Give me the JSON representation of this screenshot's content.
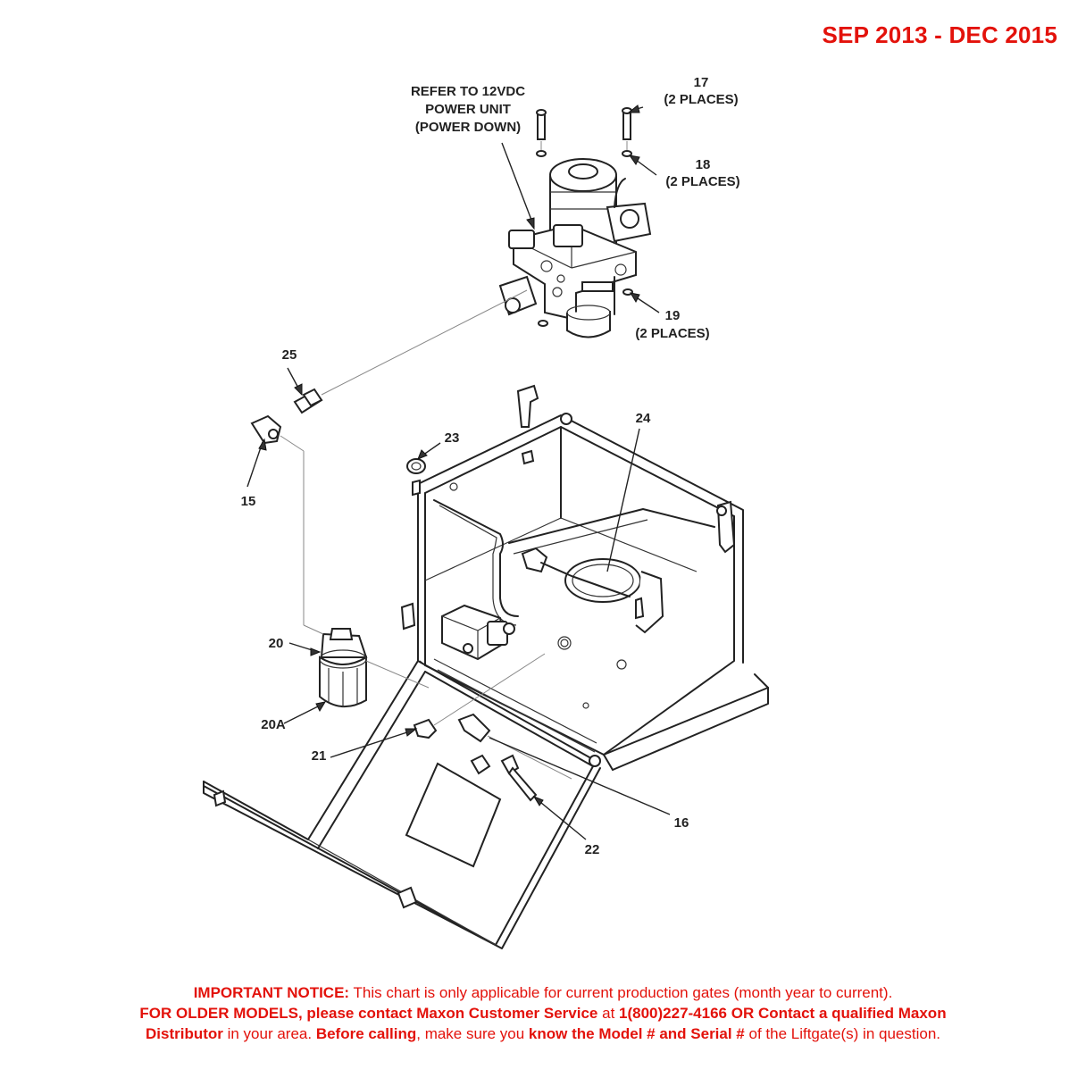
{
  "date_range": "SEP 2013 - DEC 2015",
  "callouts": {
    "refer_line1": "REFER TO 12VDC",
    "refer_line2": "POWER UNIT",
    "refer_line3": "(POWER DOWN)",
    "p17": "17",
    "p17_qty": "(2 PLACES)",
    "p18": "18",
    "p18_qty": "(2 PLACES)",
    "p19": "19",
    "p19_qty": "(2 PLACES)",
    "p25": "25",
    "p15": "15",
    "p23": "23",
    "p24": "24",
    "p20": "20",
    "p20a": "20A",
    "p21": "21",
    "p16": "16",
    "p22": "22"
  },
  "notice": {
    "l1_bold": "IMPORTANT NOTICE:",
    "l1_text": " This chart is only applicable for current production gates (month year to current).",
    "l2_bold": "FOR OLDER MODELS, please contact Maxon Customer Service",
    "l2_text": " at ",
    "l2_bold2": "1(800)227-4166 OR Contact a qualified Maxon",
    "l3_bold": "Distributor",
    "l3_text": " in your area. ",
    "l3_bold2": "Before calling",
    "l3_text2": ", make sure you ",
    "l3_bold3": "know the Model # and Serial #",
    "l3_text3": " of the Liftgate(s) in question."
  },
  "colors": {
    "red": "#e3120b",
    "line": "#222222"
  }
}
